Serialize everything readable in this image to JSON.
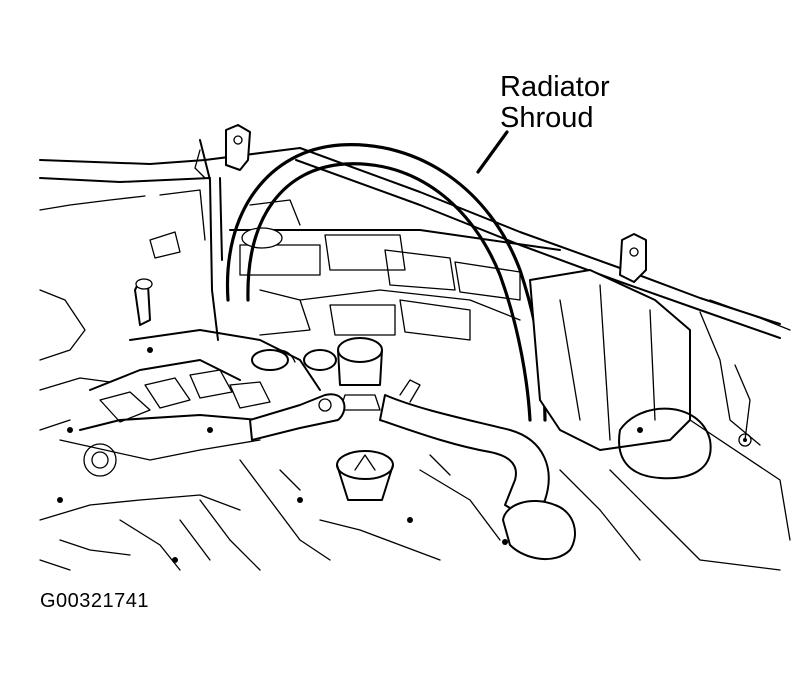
{
  "labels": {
    "callout_line1": "Radiator",
    "callout_line2": "Shroud"
  },
  "figure_id": "G00321741"
}
